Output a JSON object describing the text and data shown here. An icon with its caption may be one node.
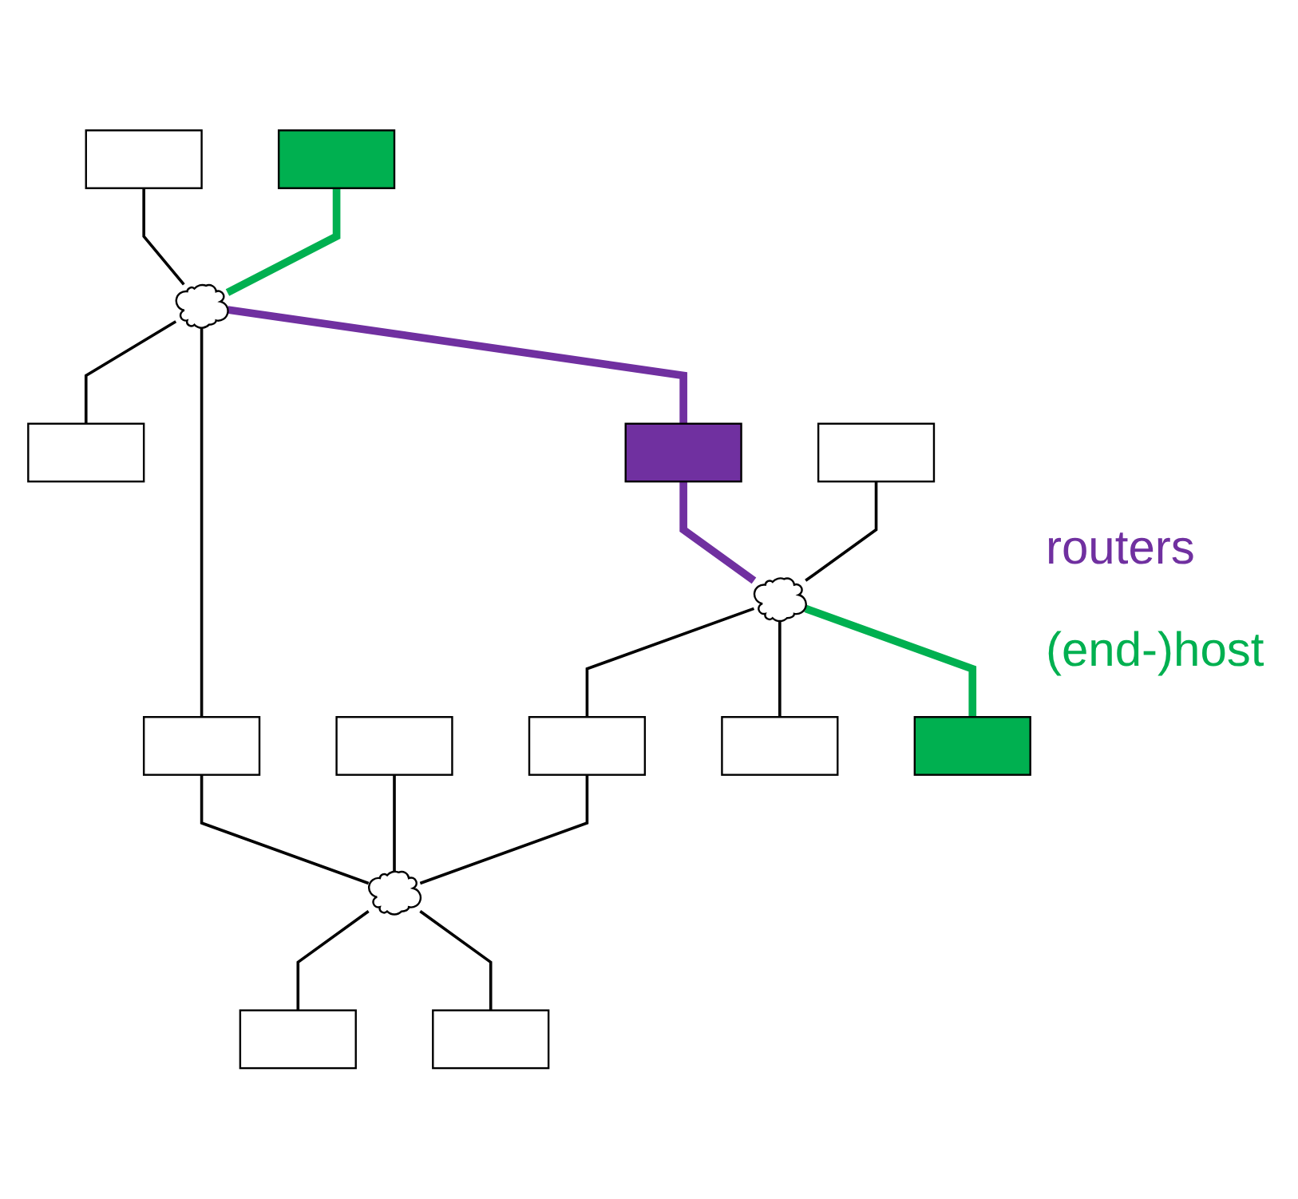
{
  "diagram": {
    "nodes": [
      {
        "text": [],
        "shape": "box"
      },
      {
        "text": [],
        "shape": "cloud"
      },
      {
        "text": [],
        "shape": "box"
      },
      {
        "text": [],
        "shape": "box"
      },
      {
        "text": [],
        "shape": "box"
      },
      {
        "text": [],
        "shape": "box"
      },
      {
        "text": [],
        "shape": "box"
      },
      {
        "text": [],
        "shape": "box"
      },
      {
        "text": [],
        "shape": "cloud"
      },
      {
        "text": [],
        "shape": "box"
      },
      {
        "text": [],
        "shape": "cloud"
      },
      {
        "text": [],
        "shape": "box"
      },
      {
        "text": [],
        "shape": "box"
      },
      {
        "text": [],
        "shape": "box"
      },
      {
        "text": [],
        "shape": "box"
      }
    ],
    "edges": [
      {
        "from": 0,
        "to": 1,
        "arrow": "none"
      },
      {
        "from": 2,
        "to": 1,
        "arrow": "none",
        "style": "thick",
        "color": "#00b050"
      },
      {
        "from": 1,
        "to": 3,
        "arrow": "none"
      },
      {
        "from": 1,
        "to": 4,
        "arrow": "none",
        "style": "thick",
        "color": "#7030a0"
      },
      {
        "from": 4,
        "to": 8,
        "arrow": "none",
        "style": "thick",
        "color": "#7030a0"
      },
      {
        "from": 1,
        "to": 5,
        "arrow": "none"
      },
      {
        "from": 5,
        "to": 10,
        "arrow": "none"
      },
      {
        "from": 6,
        "to": 8,
        "arrow": "none"
      },
      {
        "from": 7,
        "to": 10,
        "arrow": "none"
      },
      {
        "from": 8,
        "to": 9,
        "arrow": "none"
      },
      {
        "from": 9,
        "to": 10,
        "arrow": "none"
      },
      {
        "from": 8,
        "to": 11,
        "arrow": "none"
      },
      {
        "from": 8,
        "to": 12,
        "arrow": "none",
        "style": "thick",
        "color": "#00b050"
      },
      {
        "from": 10,
        "to": 13,
        "arrow": "none"
      },
      {
        "from": 10,
        "to": 14,
        "arrow": "none"
      }
    ],
    "labels": [
      "routers",
      "(end-)host"
    ]
  }
}
